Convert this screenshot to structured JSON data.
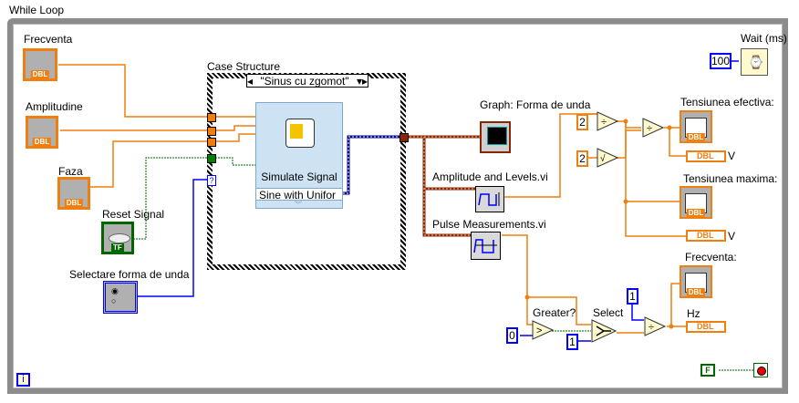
{
  "loop": {
    "title": "While Loop",
    "iteration_label": "i",
    "stop_constant": "F"
  },
  "controls": {
    "frecventa": {
      "label": "Frecventa",
      "type": "DBL"
    },
    "amplitudine": {
      "label": "Amplitudine",
      "type": "DBL"
    },
    "faza": {
      "label": "Faza",
      "type": "DBL"
    },
    "reset_signal": {
      "label": "Reset Signal",
      "type": "TF"
    },
    "selectare": {
      "label": "Selectare forma de unda"
    }
  },
  "case_structure": {
    "label": "Case Structure",
    "selected_case": "\"Sinus cu zgomot\"",
    "terminal_unknown": "?"
  },
  "simulate_signal": {
    "title": "Simulate Signal",
    "mode": "Sine with Unifor"
  },
  "graph": {
    "label": "Graph: Forma de unda"
  },
  "subvis": {
    "amplitude_levels": "Amplitude and Levels.vi",
    "pulse_measurements": "Pulse Measurements.vi"
  },
  "constants": {
    "two_a": "2",
    "two_b": "2",
    "wait_ms": "100",
    "zero": "0",
    "one_select": "1",
    "one_div": "1"
  },
  "functions": {
    "greater": "Greater?",
    "select": "Select",
    "wait": "Wait (ms)"
  },
  "indicators": {
    "tens_ef": {
      "label": "Tensiunea efectiva:",
      "unit": "V",
      "type": "DBL"
    },
    "tens_max": {
      "label": "Tensiunea maxima:",
      "unit": "V",
      "type": "DBL"
    },
    "frecventa": {
      "label": "Frecventa:",
      "unit": "Hz",
      "type": "DBL"
    }
  },
  "colors": {
    "double_wire": "#f07f0f",
    "int_wire": "#0000ff",
    "bool_wire": "#006600",
    "waveform_wire": "#8b2500"
  }
}
